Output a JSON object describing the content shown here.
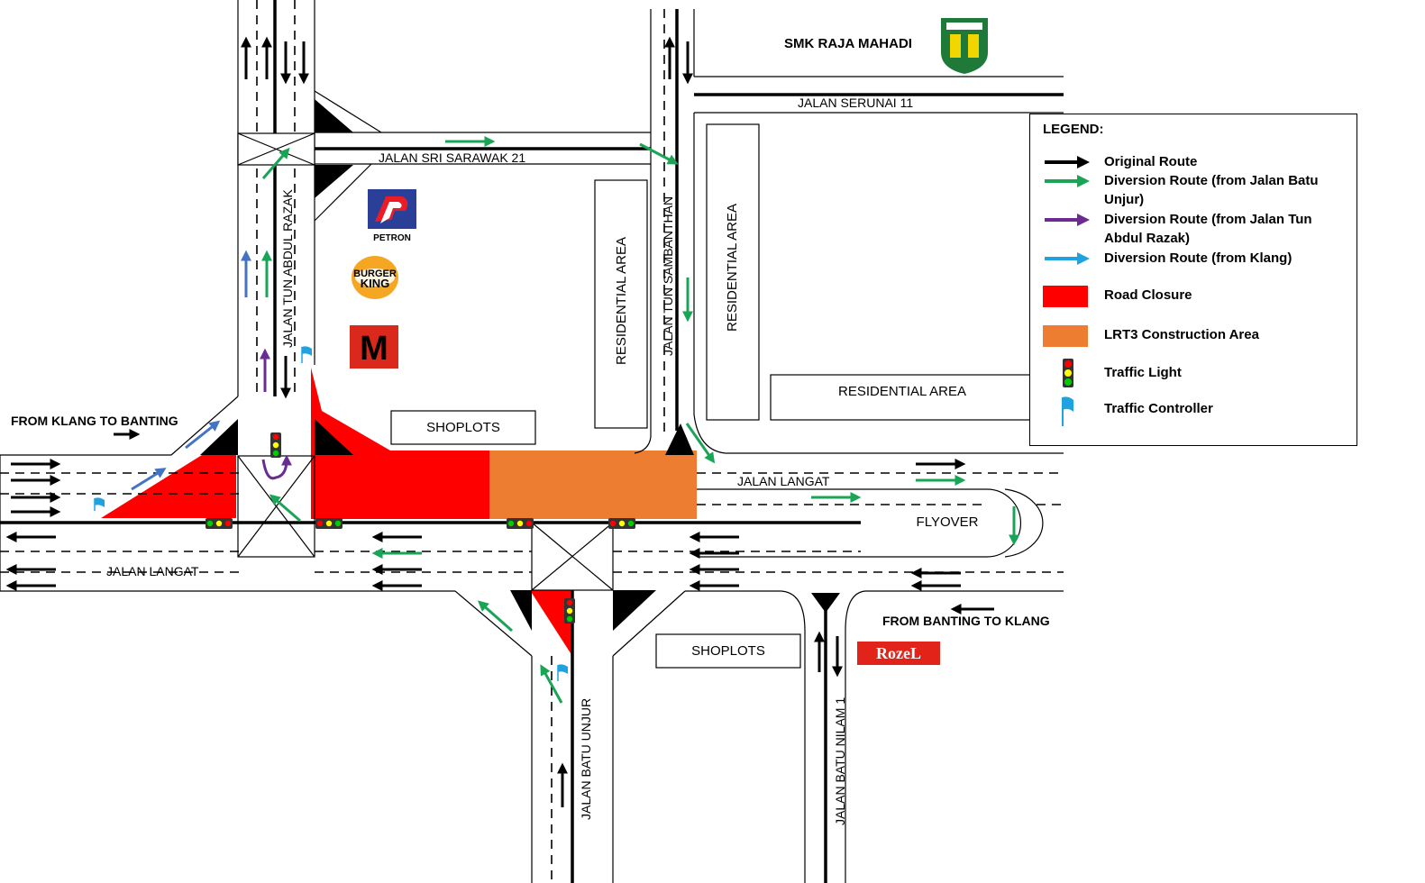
{
  "colors": {
    "original": "#000000",
    "green": "#1aa556",
    "purple": "#6a2c91",
    "blue": "#4472c4",
    "lightblue": "#1fa3e0",
    "closure": "#ff0000",
    "construction": "#ed7d31"
  },
  "roads": {
    "langat_west": "JALAN LANGAT",
    "langat_east": "JALAN LANGAT",
    "tun_abdul_razak": "JALAN TUN ABDUL RAZAK",
    "sri_sarawak": "JALAN SRI SARAWAK 21",
    "tun_sambanthan": "JALAN TUN SAMBANTHAN",
    "serunai": "JALAN SERUNAI 11",
    "batu_unjur": "JALAN BATU UNJUR",
    "batu_nilam": "JALAN BATU NILAM 1"
  },
  "places": {
    "smk": "SMK RAJA MAHADI",
    "shoplots_north": "SHOPLOTS",
    "shoplots_south": "SHOPLOTS",
    "residential_1": "RESIDENTIAL AREA",
    "residential_2": "RESIDENTIAL AREA",
    "residential_3": "RESIDENTIAL AREA",
    "flyover": "FLYOVER",
    "from_klang": "FROM KLANG TO BANTING",
    "from_banting": "FROM BANTING TO KLANG"
  },
  "logos": {
    "petron": "PETRON",
    "burger_1": "BURGER",
    "burger_2": "KING",
    "mcd": "M",
    "rozel": "RozeL"
  },
  "legend": {
    "title": "LEGEND:",
    "items": [
      {
        "symbol": "arrow-black",
        "label": "Original Route"
      },
      {
        "symbol": "arrow-green",
        "label": "Diversion Route (from Jalan Batu Unjur)"
      },
      {
        "symbol": "arrow-purple",
        "label": "Diversion Route (from Jalan Tun Abdul Razak)"
      },
      {
        "symbol": "arrow-lightblue",
        "label": "Diversion Route (from Klang)"
      },
      {
        "symbol": "swatch-red",
        "label": "Road Closure"
      },
      {
        "symbol": "swatch-orange",
        "label": "LRT3 Construction Area"
      },
      {
        "symbol": "traffic-light-icon",
        "label": "Traffic Light"
      },
      {
        "symbol": "traffic-controller-flag-icon",
        "label": "Traffic Controller"
      }
    ]
  }
}
